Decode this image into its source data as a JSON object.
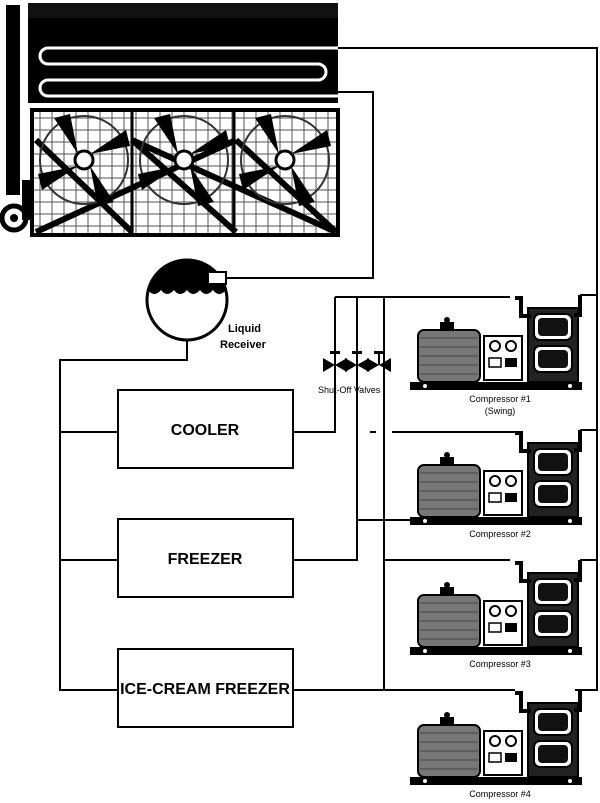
{
  "colors": {
    "line": "#000000",
    "fill": "#ffffff",
    "grey": "#888888",
    "dark": "#222222"
  },
  "labels": {
    "liquid_receiver_line1": "Liquid",
    "liquid_receiver_line2": "Receiver",
    "shutoff_valves": "Shut-Off Valves"
  },
  "boxes": {
    "cooler": "COOLER",
    "freezer": "FREEZER",
    "ice_cream": "ICE-CREAM FREEZER"
  },
  "compressors": [
    {
      "label": "Compressor #1",
      "sublabel": "(Swing)"
    },
    {
      "label": "Compressor #2"
    },
    {
      "label": "Compressor #3"
    },
    {
      "label": "Compressor #4"
    }
  ],
  "icons": [
    "condenser-icon",
    "fan-icon",
    "liquid-receiver-icon",
    "valve-icon",
    "compressor-icon"
  ]
}
